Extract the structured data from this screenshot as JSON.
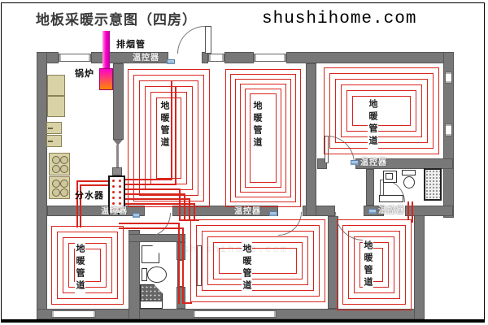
{
  "header": {
    "title": "地板采暖示意图（四房）",
    "site": "shushihome.com"
  },
  "labels": {
    "boiler": "锅炉",
    "exhaust_pipe": "排烟管",
    "manifold": "分水器",
    "thermostat": "温控器",
    "heating_coil": "地暖管道"
  },
  "rooms": [
    {
      "id": "top-left-room",
      "coil_label": "地暖管道"
    },
    {
      "id": "top-middle-room",
      "coil_label": "地暖管道"
    },
    {
      "id": "top-right-room",
      "coil_label": "地暖管道"
    },
    {
      "id": "bottom-left-room",
      "coil_label": "地暖管道"
    },
    {
      "id": "bottom-middle-room",
      "coil_label": "地暖管道"
    },
    {
      "id": "bottom-right-room",
      "coil_label": "地暖管道"
    }
  ],
  "thermostat_count": 5,
  "colors": {
    "pipe_red": "#d8251d",
    "wall_gray": "#787878",
    "boiler_top": "#ff00cc",
    "boiler_bottom": "#ff8800",
    "thermostat_blue": "#aac6e4",
    "cabinet_tan": "#d9d2a6",
    "title_text": "#3a3a3a",
    "site_text": "#000000"
  }
}
